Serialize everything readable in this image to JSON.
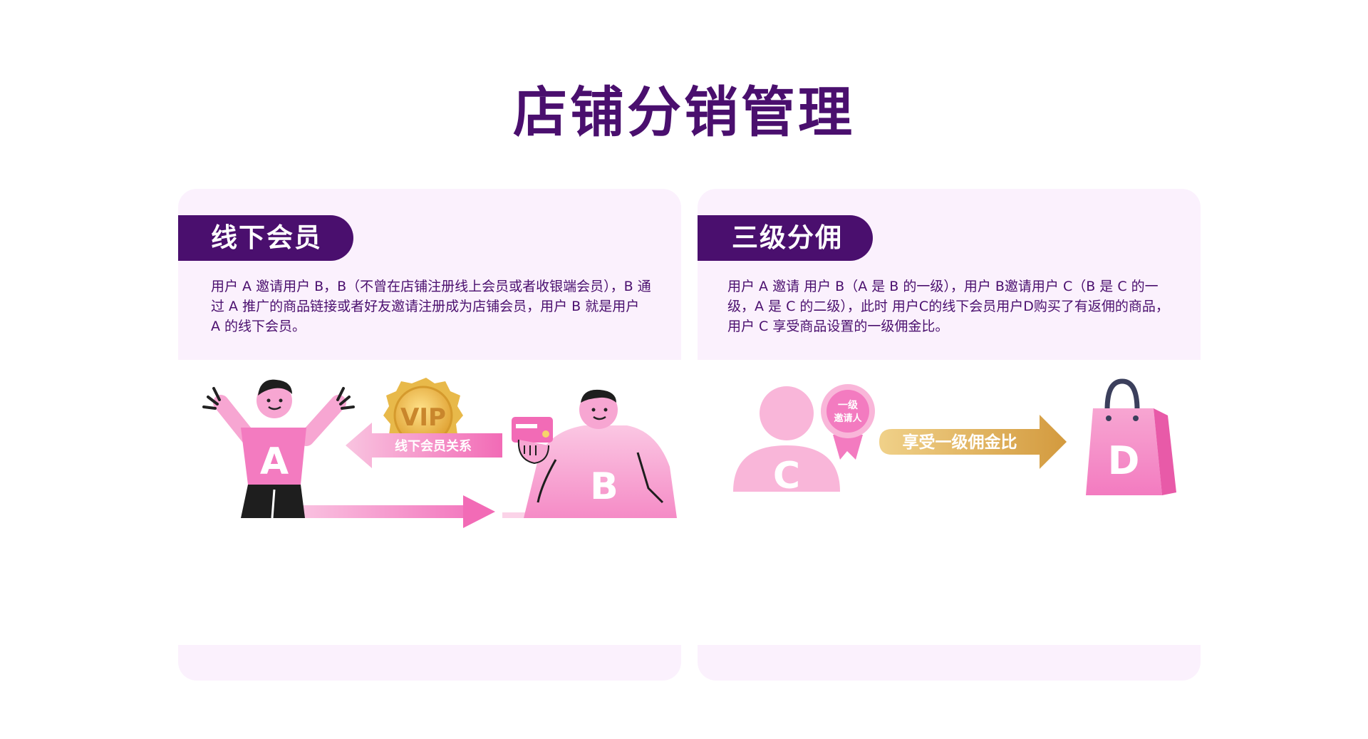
{
  "title": "店铺分销管理",
  "cards": [
    {
      "tag": "线下会员",
      "description": "用户 A 邀请用户 B，B（不曾在店铺注册线上会员或者收银端会员），B 通过 A 推广的商品链接或者好友邀请注册成为店铺会员，用户 B 就是用户 A 的线下会员。",
      "illustration": {
        "person_a": "A",
        "person_b": "B",
        "badge": "VIP",
        "relation_label": "线下会员关系"
      }
    },
    {
      "tag": "三级分佣",
      "description": "用户 A 邀请 用户 B（A 是 B 的一级），用户 B邀请用户 C（B 是 C 的一级，A 是 C 的二级），此时 用户C的线下会员用户D购买了有返佣的商品，用户 C 享受商品设置的一级佣金比。",
      "illustration": {
        "person_c": "C",
        "bag_d": "D",
        "badge_line1": "一级",
        "badge_line2": "邀请人",
        "arrow_label": "享受一级佣金比"
      }
    }
  ],
  "colors": {
    "title": "#4a0f6e",
    "tag_bg": "#4a0f6e",
    "card_bg": "#fbf1fd",
    "pink": "#f37bc0",
    "light_pink": "#f9b6d9",
    "gold": "#e8b94a"
  }
}
